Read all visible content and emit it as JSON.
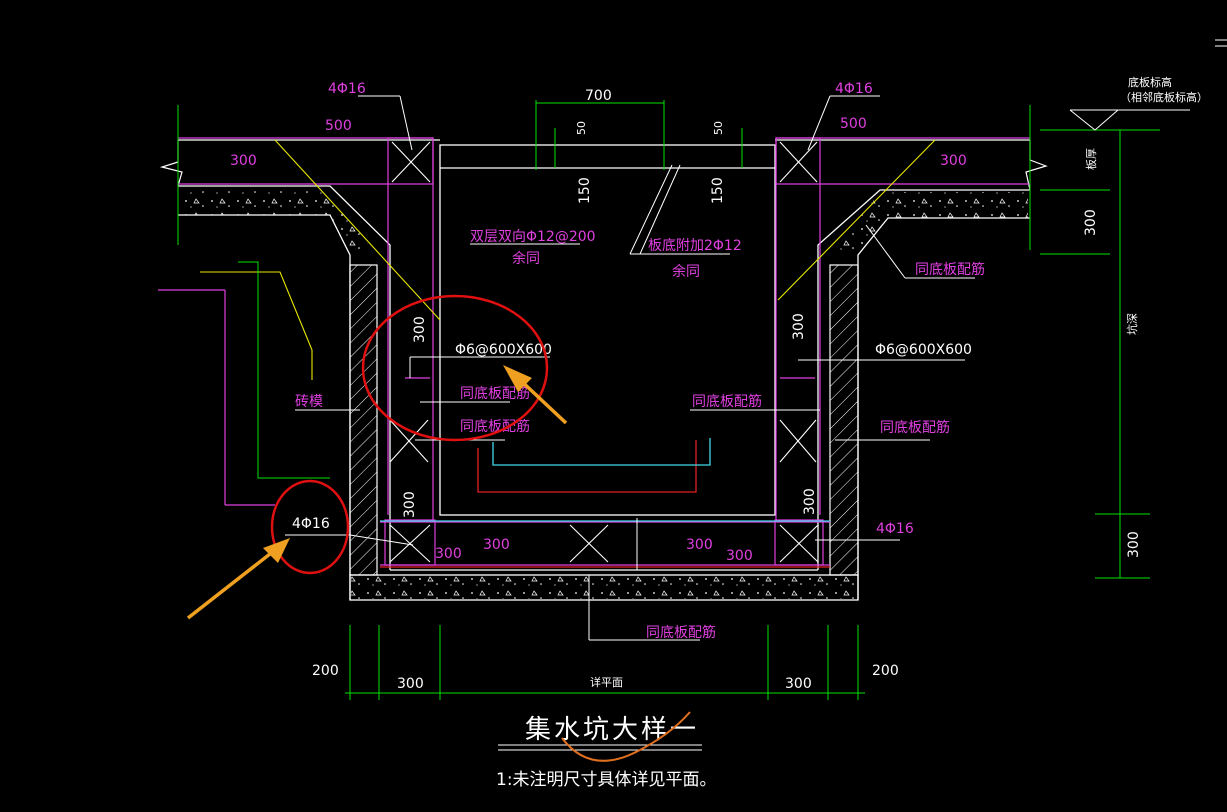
{
  "title": "集水坑大样一",
  "note": "1:未注明尺寸具体详见平面。",
  "colors": {
    "background": "#000000",
    "magenta": "#e040e0",
    "white": "#ffffff",
    "green": "#00e000",
    "yellow": "#e8e800",
    "red": "#e02020",
    "cyan": "#40d8e8",
    "highlight_circle": "#e01010",
    "arrow": "#f0a020",
    "freehand_mark": "#e07020"
  },
  "labels": {
    "rebar_top_left": "4Φ16",
    "rebar_top_right": "4Φ16",
    "top_width": "700",
    "top_left_thick": "50",
    "top_right_thick": "50",
    "left_150": "150",
    "right_150": "150",
    "left_500": "500",
    "right_500": "500",
    "left_300": "300",
    "right_300": "300",
    "bottom_elev": "底板标高",
    "bottom_elev_sub": "（相邻底板标高）",
    "slab_thickness": "板厚",
    "right_vertical_300": "300",
    "pit_depth": "坑深",
    "right_vertical_bottom_300": "300",
    "double_layer": "双层双向Φ12@200",
    "double_layer_sub": "余同",
    "extra_rebar": "板底附加2Φ12",
    "extra_rebar_sub": "余同",
    "same_bottom_right_top": "同底板配筋",
    "mesh_left": "Φ6@600X600",
    "mesh_right": "Φ6@600X600",
    "wall_300_left": "300",
    "wall_300_right": "300",
    "same_bottom_1": "同底板配筋",
    "same_bottom_2": "同底板配筋",
    "same_bottom_3": "同底板配筋",
    "same_bottom_4": "同底板配筋",
    "brick_wall": "砖模",
    "rebar_bottom_left": "4Φ16",
    "rebar_bottom_right": "4Φ16",
    "bot_v300_left": "300",
    "bot_v300_right": "300",
    "bot_300_a": "300",
    "bot_300_b": "300",
    "bot_300_c": "300",
    "bot_300_d": "300",
    "same_bottom_center": "同底板配筋",
    "dim_200_left": "200",
    "dim_300_left": "300",
    "dim_plan": "详平面",
    "dim_300_right": "300",
    "dim_200_right": "200"
  }
}
